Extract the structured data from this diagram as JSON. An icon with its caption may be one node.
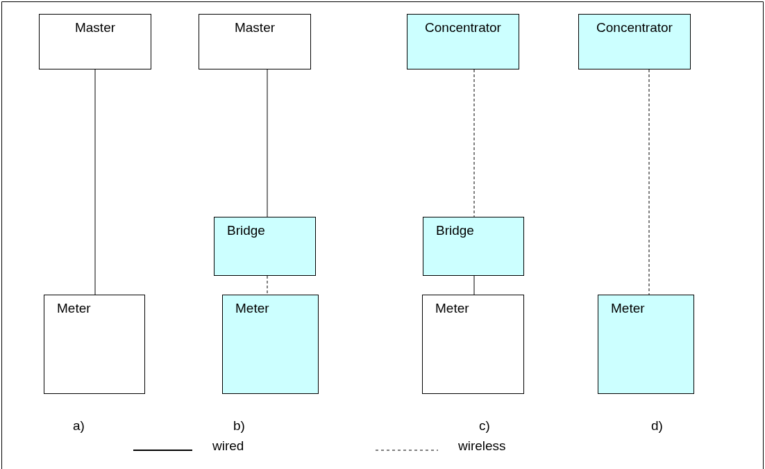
{
  "diagram": {
    "nodes": [
      {
        "text": [
          "Master"
        ]
      },
      {
        "text": [
          "Meter"
        ]
      },
      {
        "text": [
          "Master"
        ]
      },
      {
        "text": [
          "Bridge"
        ]
      },
      {
        "text": [
          "Meter"
        ]
      },
      {
        "text": [
          "Concentrator"
        ]
      },
      {
        "text": [
          "Bridge"
        ]
      },
      {
        "text": [
          "Meter"
        ]
      },
      {
        "text": [
          "Concentrator"
        ]
      },
      {
        "text": [
          "Meter"
        ]
      }
    ],
    "edges": [
      {
        "from": 0,
        "to": 1,
        "arrow": "none"
      },
      {
        "from": 2,
        "to": 3,
        "arrow": "none"
      },
      {
        "from": 3,
        "to": 4,
        "arrow": "none",
        "style": "dashed"
      },
      {
        "from": 5,
        "to": 6,
        "arrow": "none",
        "style": "dashed"
      },
      {
        "from": 6,
        "to": 7,
        "arrow": "none"
      },
      {
        "from": 8,
        "to": 9,
        "arrow": "none",
        "style": "dashed"
      }
    ],
    "labels": [
      "a)",
      "b)",
      "c)",
      "d)"
    ],
    "legend": [
      {
        "text": "wired"
      },
      {
        "text": "wireless"
      }
    ]
  }
}
